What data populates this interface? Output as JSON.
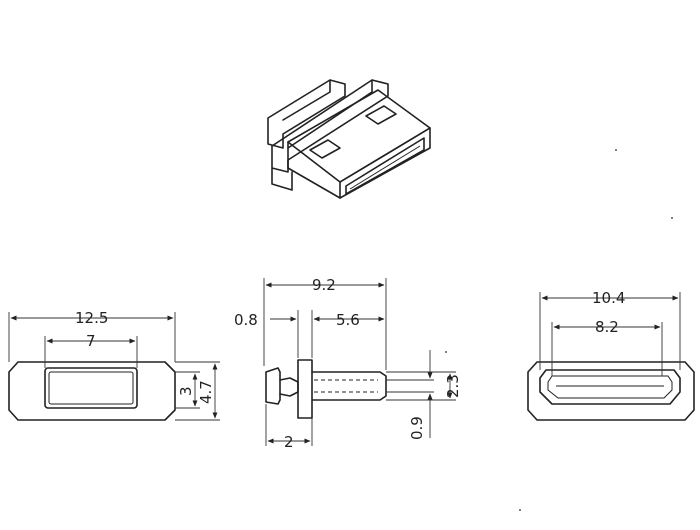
{
  "dimensions": {
    "front_overall_width": "12.5",
    "front_window_width": "7",
    "front_window_height": "3",
    "front_overall_height": "4.7",
    "side_overall_length": "9.2",
    "side_flange_thickness": "0.8",
    "side_plug_length": "5.6",
    "side_head_length": "2",
    "side_plug_height": "2.3",
    "side_plug_gap": "0.9",
    "rear_outer_width": "10.4",
    "rear_inner_width": "8.2"
  }
}
